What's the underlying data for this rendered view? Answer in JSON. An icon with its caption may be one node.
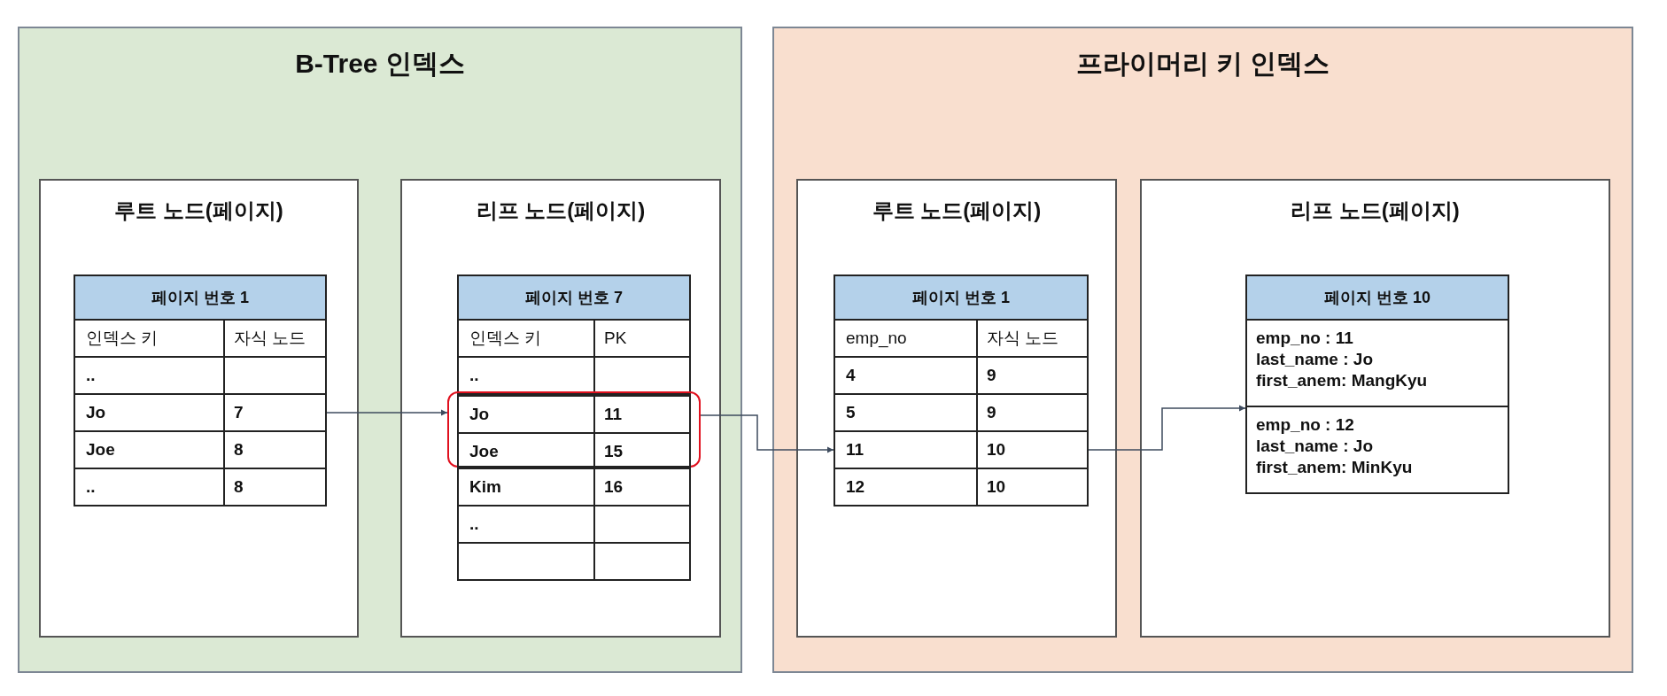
{
  "diagram": {
    "nodes": [
      {
        "text": [
          "B-Tree 인덱스"
        ]
      },
      {
        "text": [
          "루트 노드(페이지)"
        ],
        "in": 0
      },
      {
        "text": [
          "페이지 번호 1"
        ],
        "in": 1
      },
      {
        "text": [
          "인덱스 키",
          "자식 노드"
        ],
        "in": 2
      },
      {
        "text": [
          ".."
        ],
        "in": 2
      },
      {
        "text": [
          "Jo",
          "7"
        ],
        "in": 2
      },
      {
        "text": [
          "Joe",
          "8"
        ],
        "in": 2
      },
      {
        "text": [
          "..",
          "8"
        ],
        "in": 2
      },
      {
        "text": [
          "리프 노드(페이지)"
        ],
        "in": 0
      },
      {
        "text": [
          "페이지 번호 7"
        ],
        "in": 8
      },
      {
        "text": [
          "인덱스 키",
          "PK"
        ],
        "in": 9
      },
      {
        "text": [
          ".."
        ],
        "in": 9
      },
      {
        "text": [],
        "shape": "box",
        "in": 8
      },
      {
        "text": [
          "Jo",
          "11"
        ],
        "in": 12
      },
      {
        "text": [
          "Joe",
          "15"
        ],
        "in": 12
      },
      {
        "text": [
          "Kim",
          "16"
        ],
        "in": 9
      },
      {
        "text": [
          ".."
        ],
        "in": 9
      },
      {
        "text": [],
        "shape": "box",
        "in": 9
      },
      {
        "text": [
          "프라이머리 키 인덱스"
        ]
      },
      {
        "text": [
          "루트 노드(페이지)"
        ],
        "in": 18
      },
      {
        "text": [
          "페이지 번호 1"
        ],
        "in": 19
      },
      {
        "text": [
          "emp_no",
          "자식 노드"
        ],
        "in": 20
      },
      {
        "text": [
          "4",
          "9"
        ],
        "in": 20
      },
      {
        "text": [
          "5",
          "9"
        ],
        "in": 20
      },
      {
        "text": [
          "11",
          "10"
        ],
        "in": 20
      },
      {
        "text": [
          "12",
          "10"
        ],
        "in": 20
      },
      {
        "text": [
          "리프 노드(페이지)"
        ],
        "in": 18
      },
      {
        "text": [
          "페이지 번호 10"
        ],
        "in": 26
      },
      {
        "text": [
          "emp_no : 11",
          "last_name : Jo",
          "first_anem: MangKyu"
        ],
        "in": 27
      },
      {
        "text": [
          "emp_no : 12",
          "last_name : Jo",
          "first_anem: MinKyu"
        ],
        "in": 27
      }
    ],
    "edges": [
      {
        "from": 5,
        "to": 12,
        "arrow": "to"
      },
      {
        "from": 12,
        "to": 24,
        "arrow": "to"
      },
      {
        "from": 24,
        "to": 29,
        "arrow": "to"
      }
    ]
  }
}
